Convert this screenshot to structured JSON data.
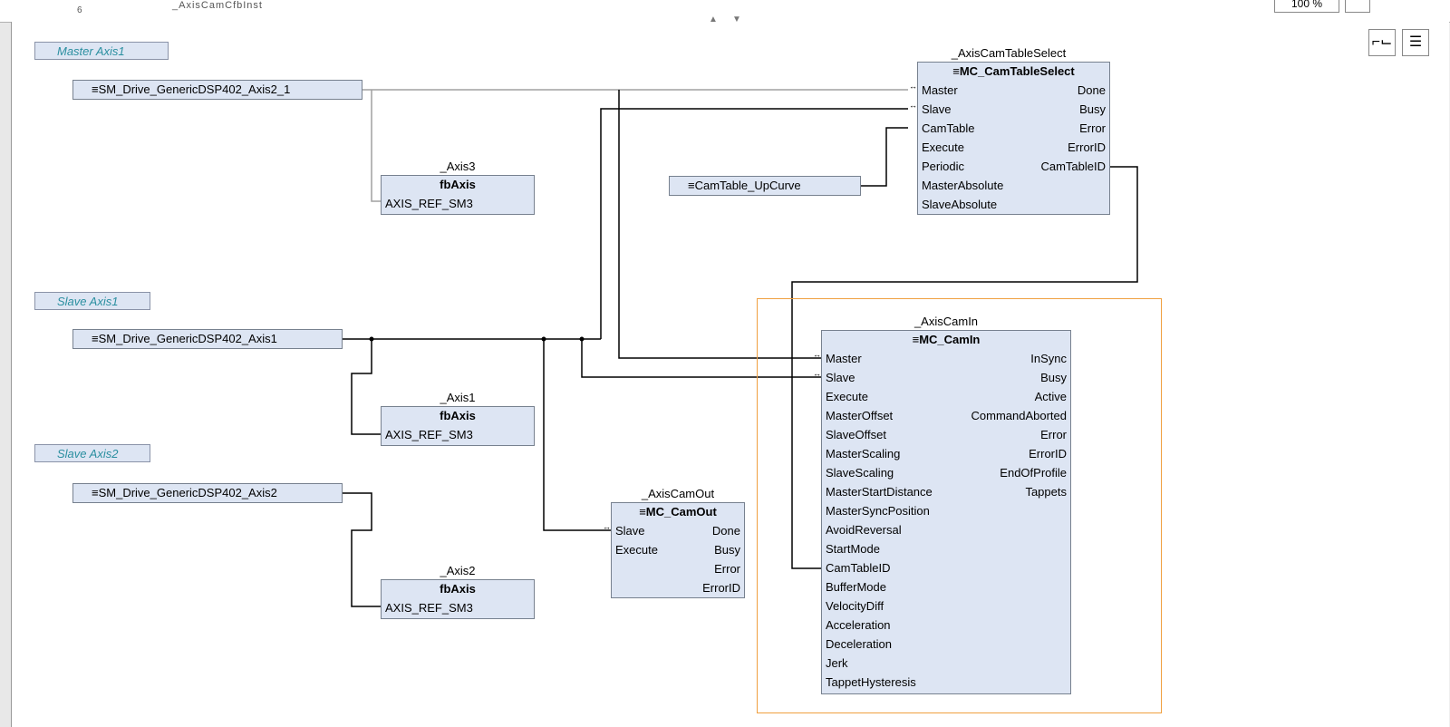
{
  "header": {
    "zoom": "100 %",
    "truncated_text": "_AxisCamCfbInst",
    "row_marker": "6"
  },
  "toolbar": {
    "network_view_glyph": "⌐⌙",
    "menu_glyph": "☰"
  },
  "labels": {
    "master_axis1": "Master Axis1",
    "slave_axis1": "Slave Axis1",
    "slave_axis2": "Slave Axis2"
  },
  "variables": {
    "master_drive": "SM_Drive_GenericDSP402_Axis2_1",
    "slave_drive1": "SM_Drive_GenericDSP402_Axis1",
    "slave_drive2": "SM_Drive_GenericDSP402_Axis2",
    "cam_table": "CamTable_UpCurve",
    "var_glyph": "≡"
  },
  "blocks": {
    "axis3": {
      "instance": "_Axis3",
      "type": "fbAxis",
      "inputs": [
        "AXIS_REF_SM3"
      ]
    },
    "axis1": {
      "instance": "_Axis1",
      "type": "fbAxis",
      "inputs": [
        "AXIS_REF_SM3"
      ]
    },
    "axis2": {
      "instance": "_Axis2",
      "type": "fbAxis",
      "inputs": [
        "AXIS_REF_SM3"
      ]
    },
    "camtableselect": {
      "instance": "_AxisCamTableSelect",
      "type": "≡MC_CamTableSelect",
      "inputs": [
        "Master",
        "Slave",
        "CamTable",
        "Execute",
        "Periodic",
        "MasterAbsolute",
        "SlaveAbsolute"
      ],
      "outputs": [
        "Done",
        "Busy",
        "Error",
        "ErrorID",
        "CamTableID"
      ]
    },
    "camin": {
      "instance": "_AxisCamIn",
      "type": "≡MC_CamIn",
      "inputs": [
        "Master",
        "Slave",
        "Execute",
        "MasterOffset",
        "SlaveOffset",
        "MasterScaling",
        "SlaveScaling",
        "MasterStartDistance",
        "MasterSyncPosition",
        "AvoidReversal",
        "StartMode",
        "CamTableID",
        "BufferMode",
        "VelocityDiff",
        "Acceleration",
        "Deceleration",
        "Jerk",
        "TappetHysteresis"
      ],
      "outputs": [
        "InSync",
        "Busy",
        "Active",
        "CommandAborted",
        "Error",
        "ErrorID",
        "EndOfProfile",
        "Tappets"
      ]
    },
    "camout": {
      "instance": "_AxisCamOut",
      "type": "≡MC_CamOut",
      "inputs": [
        "Slave",
        "Execute"
      ],
      "outputs": [
        "Done",
        "Busy",
        "Error",
        "ErrorID"
      ]
    }
  },
  "inout_glyph": "↔",
  "colors": {
    "block_fill": "#dde5f3",
    "block_border": "#77818f",
    "label_text": "#2b8fa0",
    "selection": "#f0a040",
    "wire": "#000000"
  }
}
